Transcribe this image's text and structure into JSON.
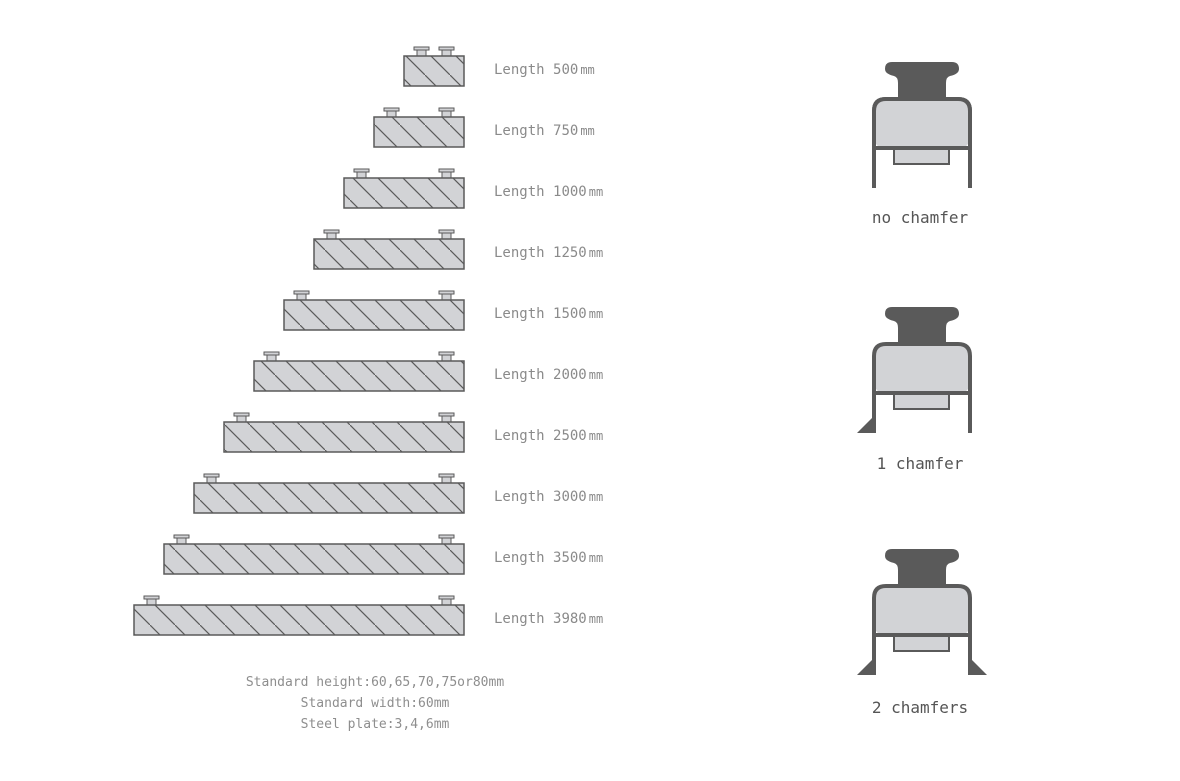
{
  "colors": {
    "bar_fill": "#d2d3d6",
    "outline": "#5a5a5a",
    "label_text": "#8a8a8a",
    "profile_dark": "#5a5a5a",
    "profile_fill": "#d2d3d6"
  },
  "rails": [
    {
      "prefix": "Length",
      "value": "500",
      "unit": "mm"
    },
    {
      "prefix": "Length",
      "value": "750",
      "unit": "mm"
    },
    {
      "prefix": "Length",
      "value": "1000",
      "unit": "mm"
    },
    {
      "prefix": "Length",
      "value": "1250",
      "unit": "mm"
    },
    {
      "prefix": "Length",
      "value": "1500",
      "unit": "mm"
    },
    {
      "prefix": "Length",
      "value": "2000",
      "unit": "mm"
    },
    {
      "prefix": "Length",
      "value": "2500",
      "unit": "mm"
    },
    {
      "prefix": "Length",
      "value": "3000",
      "unit": "mm"
    },
    {
      "prefix": "Length",
      "value": "3500",
      "unit": "mm"
    },
    {
      "prefix": "Length",
      "value": "3980",
      "unit": "mm"
    }
  ],
  "notes": {
    "height": "Standard height:60,65,70,75or80mm",
    "width": "Standard width:60mm",
    "plate": "Steel plate:3,4,6mm"
  },
  "profiles": [
    {
      "label": "no chamfer",
      "chamfers": 0
    },
    {
      "label": "1 chamfer",
      "chamfers": 1
    },
    {
      "label": "2 chamfers",
      "chamfers": 2
    }
  ]
}
